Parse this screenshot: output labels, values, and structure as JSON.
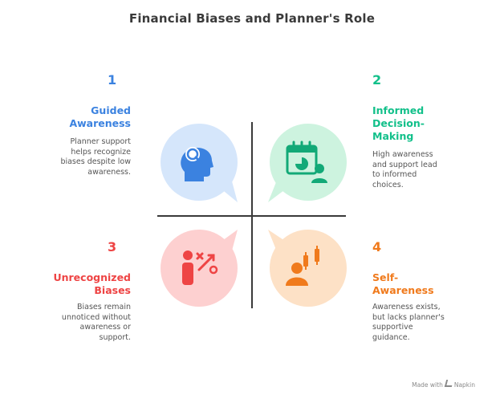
{
  "title": "Financial Biases and Planner's Role",
  "quadrants": [
    {
      "number": "1",
      "heading": [
        "Guided",
        "Awareness"
      ],
      "desc": [
        "Planner support",
        "helps recognize",
        "biases despite low",
        "awareness."
      ],
      "color": "#3b82e0",
      "bubble_color": "#d5e6fb",
      "icon": "head-search-icon"
    },
    {
      "number": "2",
      "heading": [
        "Informed",
        "Decision-",
        "Making"
      ],
      "desc": [
        "High awareness",
        "and support lead",
        "to informed",
        "choices."
      ],
      "color": "#12c08a",
      "bubble_color": "#cdf3df",
      "icon": "calendar-person-icon"
    },
    {
      "number": "3",
      "heading": [
        "Unrecognized",
        "Biases"
      ],
      "desc": [
        "Biases remain",
        "unnoticed without",
        "awareness or",
        "support."
      ],
      "color": "#ee4444",
      "bubble_color": "#fdd0d0",
      "icon": "person-percent-icon"
    },
    {
      "number": "4",
      "heading": [
        "Self-",
        "Awareness"
      ],
      "desc": [
        "Awareness exists,",
        "but lacks planner's",
        "supportive",
        "guidance."
      ],
      "color": "#f07a1c",
      "bubble_color": "#fde1c6",
      "icon": "person-candlestick-icon"
    }
  ],
  "footer": {
    "made_with": "Made with",
    "brand": "Napkin"
  }
}
